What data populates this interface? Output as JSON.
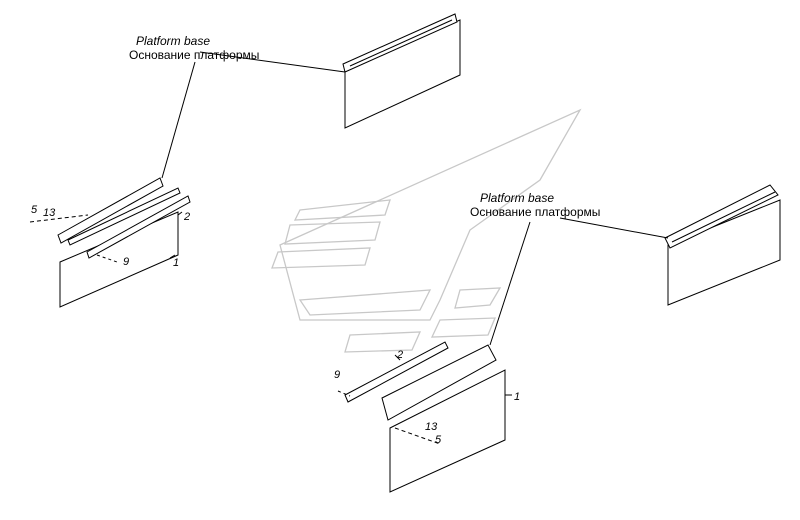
{
  "callouts": {
    "top_en": "Platform base",
    "top_ru": "Основание платформы",
    "right_en": "Platform base",
    "right_ru": "Основание платформы"
  },
  "left_assembly": {
    "label_1": "1",
    "label_2": "2",
    "label_5": "5",
    "label_9": "9",
    "label_13": "13"
  },
  "right_assembly": {
    "label_1": "1",
    "label_2": "2",
    "label_5": "5",
    "label_9": "9",
    "label_13": "13"
  },
  "colors": {
    "line": "#000000",
    "watermark": "#c8c8c8",
    "background": "#ffffff"
  }
}
